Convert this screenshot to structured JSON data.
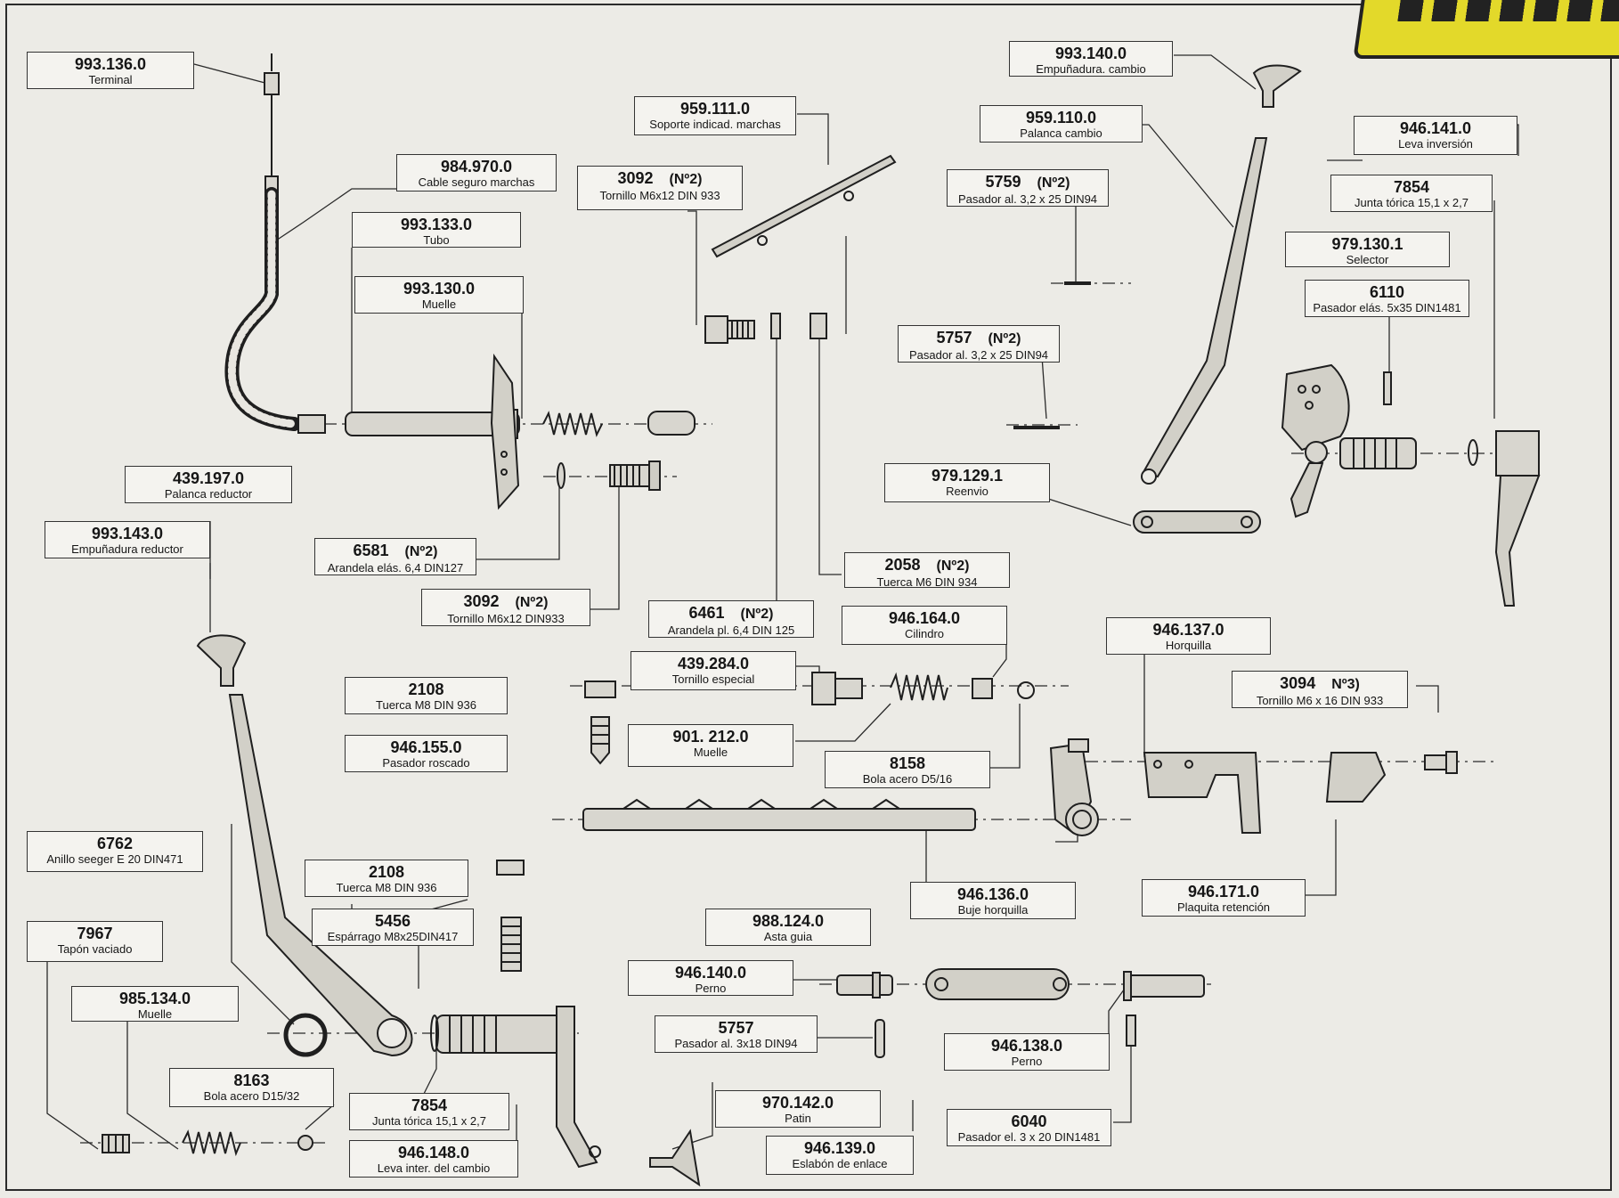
{
  "labels": [
    {
      "id": "993-136-0",
      "code": "993.136.0",
      "note": "",
      "desc": "Terminal"
    },
    {
      "id": "984-970-0",
      "code": "984.970.0",
      "note": "",
      "desc": "Cable seguro marchas"
    },
    {
      "id": "993-133-0",
      "code": "993.133.0",
      "note": "",
      "desc": "Tubo"
    },
    {
      "id": "993-130-0",
      "code": "993.130.0",
      "note": "",
      "desc": "Muelle"
    },
    {
      "id": "439-197-0",
      "code": "439.197.0",
      "note": "",
      "desc": "Palanca reductor"
    },
    {
      "id": "993-143-0",
      "code": "993.143.0",
      "note": "",
      "desc": "Empuñadura reductor"
    },
    {
      "id": "6581",
      "code": "6581",
      "note": "(Nº2)",
      "desc": "Arandela elás. 6,4 DIN127"
    },
    {
      "id": "3092-b",
      "code": "3092",
      "note": "(Nº2)",
      "desc": "Tornillo M6x12 DIN933"
    },
    {
      "id": "959-111-0",
      "code": "959.111.0",
      "note": "",
      "desc": "Soporte indicad. marchas"
    },
    {
      "id": "3092-a",
      "code": "3092",
      "note": "(Nº2)",
      "desc": "Tornillo M6x12 DIN 933"
    },
    {
      "id": "6461",
      "code": "6461",
      "note": "(Nº2)",
      "desc": "Arandela pl. 6,4 DIN 125"
    },
    {
      "id": "2058",
      "code": "2058",
      "note": "(Nº2)",
      "desc": "Tuerca M6 DIN 934"
    },
    {
      "id": "439-284-0",
      "code": "439.284.0",
      "note": "",
      "desc": "Tornillo especial"
    },
    {
      "id": "946-164-0",
      "code": "946.164.0",
      "note": "",
      "desc": "Cilindro"
    },
    {
      "id": "2108-a",
      "code": "2108",
      "note": "",
      "desc": "Tuerca M8 DIN 936"
    },
    {
      "id": "946-155-0",
      "code": "946.155.0",
      "note": "",
      "desc": "Pasador roscado"
    },
    {
      "id": "901-212-0",
      "code": "901. 212.0",
      "note": "",
      "desc": "Muelle"
    },
    {
      "id": "8158",
      "code": "8158",
      "note": "",
      "desc": "Bola acero D5/16"
    },
    {
      "id": "993-140-0",
      "code": "993.140.0",
      "note": "",
      "desc": "Empuñadura. cambio"
    },
    {
      "id": "959-110-0",
      "code": "959.110.0",
      "note": "",
      "desc": "Palanca cambio"
    },
    {
      "id": "5759",
      "code": "5759",
      "note": "(Nº2)",
      "desc": "Pasador al. 3,2 x 25 DIN94"
    },
    {
      "id": "5757-a",
      "code": "5757",
      "note": "(Nº2)",
      "desc": "Pasador al. 3,2 x 25 DIN94"
    },
    {
      "id": "979-129-1",
      "code": "979.129.1",
      "note": "",
      "desc": "Reenvio"
    },
    {
      "id": "946-141-0",
      "code": "946.141.0",
      "note": "",
      "desc": "Leva inversión"
    },
    {
      "id": "7854-a",
      "code": "7854",
      "note": "",
      "desc": "Junta tórica 15,1 x 2,7"
    },
    {
      "id": "979-130-1",
      "code": "979.130.1",
      "note": "",
      "desc": "Selector"
    },
    {
      "id": "6110",
      "code": "6110",
      "note": "",
      "desc": "Pasador elás. 5x35 DIN1481"
    },
    {
      "id": "946-137-0",
      "code": "946.137.0",
      "note": "",
      "desc": "Horquilla"
    },
    {
      "id": "3094",
      "code": "3094",
      "note": "Nº3)",
      "desc": "Tornillo M6 x 16 DIN 933"
    },
    {
      "id": "6762",
      "code": "6762",
      "note": "",
      "desc": "Anillo seeger E 20 DIN471"
    },
    {
      "id": "7967",
      "code": "7967",
      "note": "",
      "desc": "Tapón vaciado"
    },
    {
      "id": "985-134-0",
      "code": "985.134.0",
      "note": "",
      "desc": "Muelle"
    },
    {
      "id": "8163",
      "code": "8163",
      "note": "",
      "desc": "Bola acero D15/32"
    },
    {
      "id": "2108-b",
      "code": "2108",
      "note": "",
      "desc": "Tuerca M8 DIN 936"
    },
    {
      "id": "5456",
      "code": "5456",
      "note": "",
      "desc": "Espárrago M8x25DIN417"
    },
    {
      "id": "7854-b",
      "code": "7854",
      "note": "",
      "desc": "Junta tórica 15,1 x 2,7"
    },
    {
      "id": "946-148-0",
      "code": "946.148.0",
      "note": "",
      "desc": "Leva inter. del cambio"
    },
    {
      "id": "988-124-0",
      "code": "988.124.0",
      "note": "",
      "desc": "Asta guia"
    },
    {
      "id": "946-136-0",
      "code": "946.136.0",
      "note": "",
      "desc": "Buje horquilla"
    },
    {
      "id": "946-171-0",
      "code": "946.171.0",
      "note": "",
      "desc": "Plaquita retención"
    },
    {
      "id": "946-140-0",
      "code": "946.140.0",
      "note": "",
      "desc": "Perno"
    },
    {
      "id": "5757-b",
      "code": "5757",
      "note": "",
      "desc": "Pasador al. 3x18 DIN94"
    },
    {
      "id": "970-142-0",
      "code": "970.142.0",
      "note": "",
      "desc": "Patin"
    },
    {
      "id": "946-139-0",
      "code": "946.139.0",
      "note": "",
      "desc": "Eslabón de enlace"
    },
    {
      "id": "946-138-0",
      "code": "946.138.0",
      "note": "",
      "desc": "Perno"
    },
    {
      "id": "6040",
      "code": "6040",
      "note": "",
      "desc": "Pasador el. 3 x 20 DIN1481"
    }
  ]
}
